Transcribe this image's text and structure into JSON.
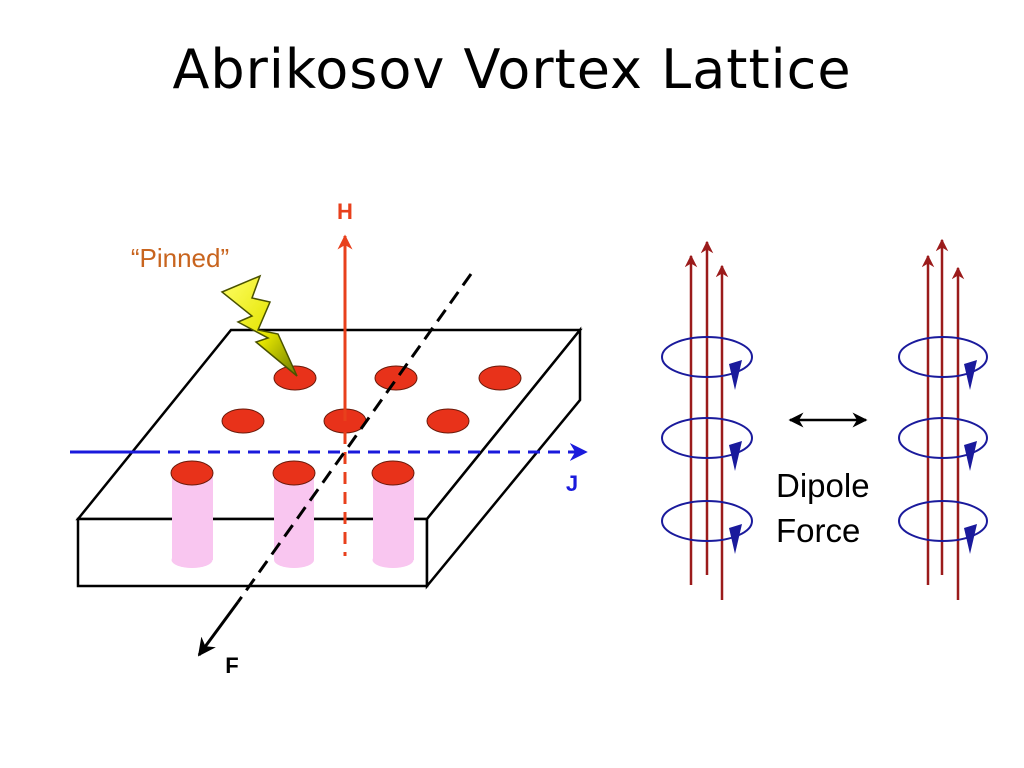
{
  "slide": {
    "title": "Abrikosov Vortex Lattice"
  },
  "diagram": {
    "label_field": "H",
    "label_current": "J",
    "label_force": "F",
    "label_pinned": "“Pinned”",
    "label_dipole_line1": "Dipole",
    "label_dipole_line2": "Force"
  },
  "colors": {
    "field_arrow": "#e8401c",
    "current_arrow": "#1a1adc",
    "vortex_core": "#e8321a",
    "vortex_tube": "#f9c6f0",
    "pinned_label": "#c8641e",
    "flux_line": "#9b1b1b",
    "circulation": "#1a1a9c",
    "lightning_fill": "#f2f200"
  }
}
